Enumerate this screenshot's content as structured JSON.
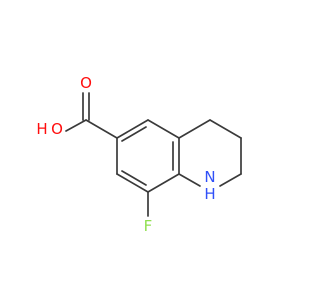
{
  "molecule": {
    "atoms": {
      "oxygen_carbonyl": "O",
      "hydroxyl_hydrogen": "H",
      "hydroxyl_oxygen": "O",
      "fluorine": "F",
      "ring_nitrogen": "N",
      "amine_hydrogen": "H"
    },
    "colors": {
      "bond": "#3a3a3a",
      "oxygen": "#ff0d0d",
      "fluorine": "#90e050",
      "nitrogen": "#3050f8",
      "hydrogen": "#3a3a3a"
    }
  }
}
